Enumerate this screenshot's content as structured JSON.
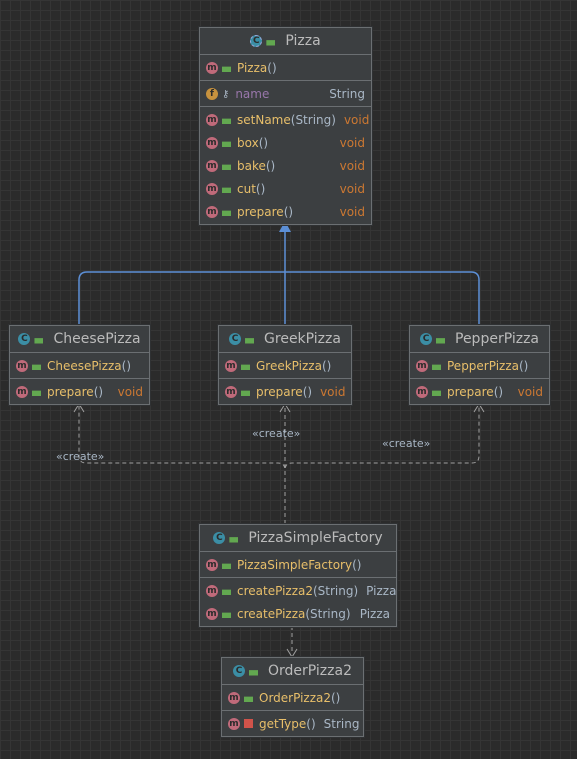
{
  "diagram": {
    "classes": {
      "pizza": {
        "name": "Pizza",
        "constructor": "Pizza",
        "field": {
          "name": "name",
          "type": "String"
        },
        "methods": [
          {
            "name": "setName",
            "param": "String",
            "ret": "void"
          },
          {
            "name": "box",
            "param": "",
            "ret": "void"
          },
          {
            "name": "bake",
            "param": "",
            "ret": "void"
          },
          {
            "name": "cut",
            "param": "",
            "ret": "void"
          },
          {
            "name": "prepare",
            "param": "",
            "ret": "void"
          }
        ]
      },
      "cheese": {
        "name": "CheesePizza",
        "constructor": "CheesePizza",
        "method": {
          "name": "prepare",
          "ret": "void"
        }
      },
      "greek": {
        "name": "GreekPizza",
        "constructor": "GreekPizza",
        "method": {
          "name": "prepare",
          "ret": "void"
        }
      },
      "pepper": {
        "name": "PepperPizza",
        "constructor": "PepperPizza",
        "method": {
          "name": "prepare",
          "ret": "void"
        }
      },
      "factory": {
        "name": "PizzaSimpleFactory",
        "constructor": "PizzaSimpleFactory",
        "methods": [
          {
            "name": "createPizza2",
            "param": "String",
            "ret": "Pizza"
          },
          {
            "name": "createPizza",
            "param": "String",
            "ret": "Pizza"
          }
        ]
      },
      "order": {
        "name": "OrderPizza2",
        "constructor": "OrderPizza2",
        "method": {
          "name": "getType",
          "ret": "String"
        }
      }
    },
    "labels": {
      "create_cheese": "«create»",
      "create_greek": "«create»",
      "create_pepper": "«create»"
    },
    "icons": {
      "class": "class-icon",
      "abstract": "abstract-class-icon",
      "method": "method-icon",
      "field": "field-icon"
    },
    "colors": {
      "inheritance": "#5c8fd6",
      "dependency": "#a0a0a0",
      "method_name": "#e8bf6a",
      "return_type": "#cc7832",
      "field_name": "#9876aa"
    }
  }
}
